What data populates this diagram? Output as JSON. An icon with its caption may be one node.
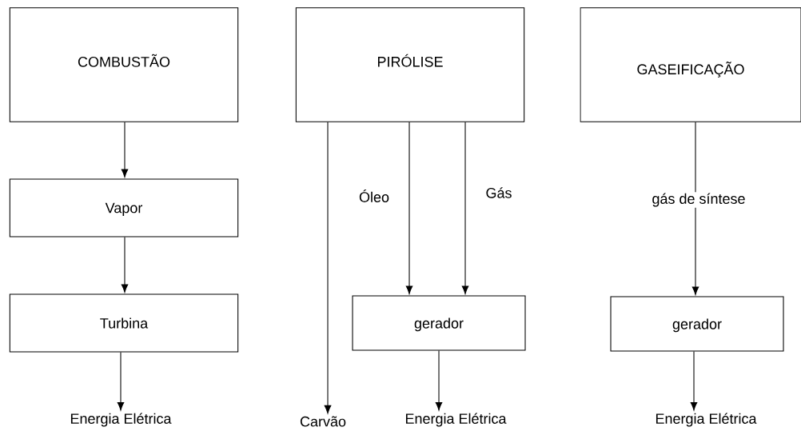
{
  "diagram": {
    "nodes": [
      {
        "text": [
          "COMBUSTÃO"
        ]
      },
      {
        "text": [
          "Vapor"
        ]
      },
      {
        "text": [
          "Turbina"
        ]
      },
      {
        "text": [
          "Energia Elétrica"
        ]
      },
      {
        "text": [
          "PIRÓLISE"
        ]
      },
      {
        "text": [
          "gerador"
        ]
      },
      {
        "text": [
          "Carvão"
        ]
      },
      {
        "text": [
          "Energia Elétrica"
        ]
      },
      {
        "text": [
          "GASEIFICAÇÃO"
        ]
      },
      {
        "text": [
          "gerador"
        ]
      },
      {
        "text": [
          "Energia Elétrica"
        ]
      }
    ],
    "edges": [
      {
        "from": 0,
        "to": 1,
        "arrow": "to"
      },
      {
        "from": 1,
        "to": 2,
        "arrow": "to"
      },
      {
        "from": 2,
        "to": 3,
        "arrow": "to"
      },
      {
        "from": 4,
        "to": 6,
        "arrow": "to"
      },
      {
        "from": 4,
        "to": 5,
        "arrow": "to",
        "label": "Óleo"
      },
      {
        "from": 4,
        "to": 5,
        "arrow": "to",
        "label": "Gás"
      },
      {
        "from": 5,
        "to": 7,
        "arrow": "to"
      },
      {
        "from": 8,
        "to": 9,
        "arrow": "to",
        "label": "gás de síntese"
      },
      {
        "from": 9,
        "to": 10,
        "arrow": "to"
      }
    ]
  }
}
